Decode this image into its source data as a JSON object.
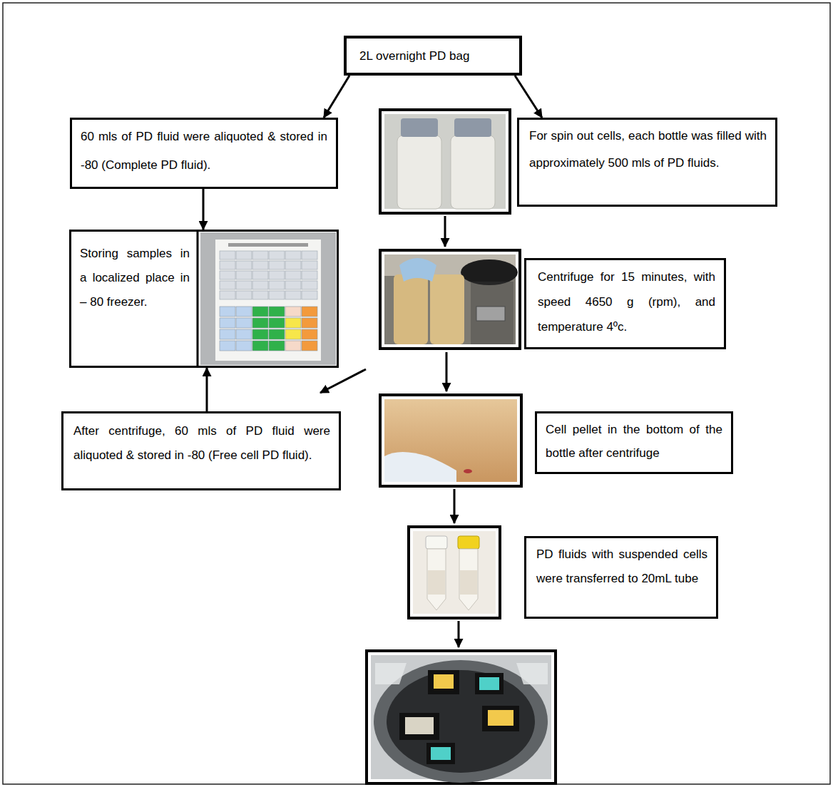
{
  "diagram": {
    "nodes": [
      {
        "text": [
          "2L overnight PD bag"
        ]
      },
      {
        "text": [
          "60 mls of PD fluid were aliquoted & stored in -80 (Complete PD fluid)."
        ]
      },
      {
        "text": [
          "For spin out cells, each bottle was filled with approximately 500 mls of PD fluids."
        ]
      },
      {
        "text": [
          "Storing samples in a localized place in – 80 freezer."
        ]
      },
      {
        "text": [
          "Centrifuge for 15 minutes, with speed 4650 g (rpm), and temperature 4ºc."
        ]
      },
      {
        "text": [
          "After centrifuge, 60 mls of PD fluid were aliquoted & stored in -80 (Free cell PD fluid)."
        ]
      },
      {
        "text": [
          "Cell pellet in the bottom of the bottle after centrifuge"
        ]
      },
      {
        "text": [
          "PD fluids with suspended cells were transferred to 20mL tube"
        ]
      }
    ],
    "edges": [
      {
        "from": 0,
        "to": 1,
        "arrow": "to"
      },
      {
        "from": 0,
        "to": 2,
        "arrow": "to"
      },
      {
        "from": 1,
        "to": 3,
        "arrow": "to"
      },
      {
        "from": 5,
        "to": 3,
        "arrow": "to"
      }
    ]
  }
}
